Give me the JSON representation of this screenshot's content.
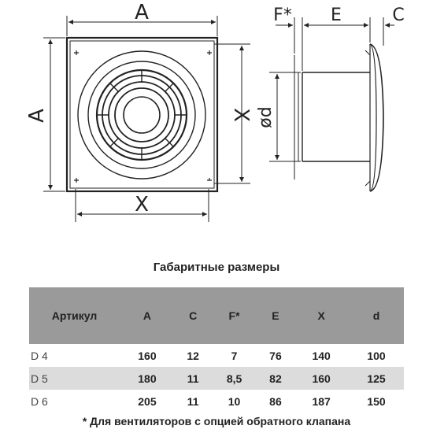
{
  "drawing": {
    "front_label_top": "A",
    "front_label_left": "A",
    "front_label_right": "X",
    "front_label_bottom": "X",
    "side_label_f": "F*",
    "side_label_e": "E",
    "side_label_c": "C",
    "side_label_d": "ød"
  },
  "title": "Габаритные размеры",
  "table": {
    "headers": [
      "Артикул",
      "A",
      "C",
      "F*",
      "E",
      "X",
      "d"
    ],
    "rows": [
      [
        "D 4",
        "160",
        "12",
        "7",
        "76",
        "140",
        "100"
      ],
      [
        "D 5",
        "180",
        "11",
        "8,5",
        "82",
        "160",
        "125"
      ],
      [
        "D 6",
        "205",
        "11",
        "10",
        "86",
        "187",
        "150"
      ]
    ]
  },
  "footnote": "* Для вентиляторов с опцией обратного клапана"
}
